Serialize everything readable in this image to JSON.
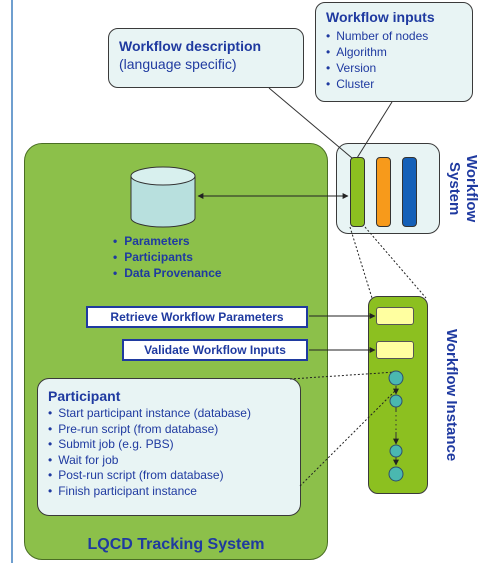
{
  "workflow_description": {
    "title": "Workflow description",
    "subtitle": "(language specific)"
  },
  "workflow_inputs": {
    "title": "Workflow inputs",
    "items": [
      "Number of nodes",
      "Algorithm",
      "Version",
      "Cluster"
    ]
  },
  "workflow_system": {
    "label": "Workflow System"
  },
  "database": {
    "items": [
      "Parameters",
      "Participants",
      "Data Provenance"
    ]
  },
  "actions": {
    "retrieve": "Retrieve Workflow Parameters",
    "validate": "Validate Workflow Inputs"
  },
  "participant": {
    "title": "Participant",
    "items": [
      "Start participant instance (database)",
      "Pre-run script (from database)",
      "Submit job (e.g. PBS)",
      "Wait for job",
      "Post-run script (from database)",
      "Finish participant instance"
    ]
  },
  "workflow_instance": {
    "label": "Workflow Instance"
  },
  "lqcd": {
    "title": "LQCD Tracking System"
  },
  "colors": {
    "lqcd_green": "#8cc04a",
    "callout_bg": "#e8f4f4",
    "text_blue": "#1f3aa0",
    "bar_green": "#8cc020",
    "bar_orange": "#f79a1b",
    "bar_blue": "#1560b8",
    "node_teal": "#4ab8b0",
    "yellow_box": "#ffffa0"
  }
}
